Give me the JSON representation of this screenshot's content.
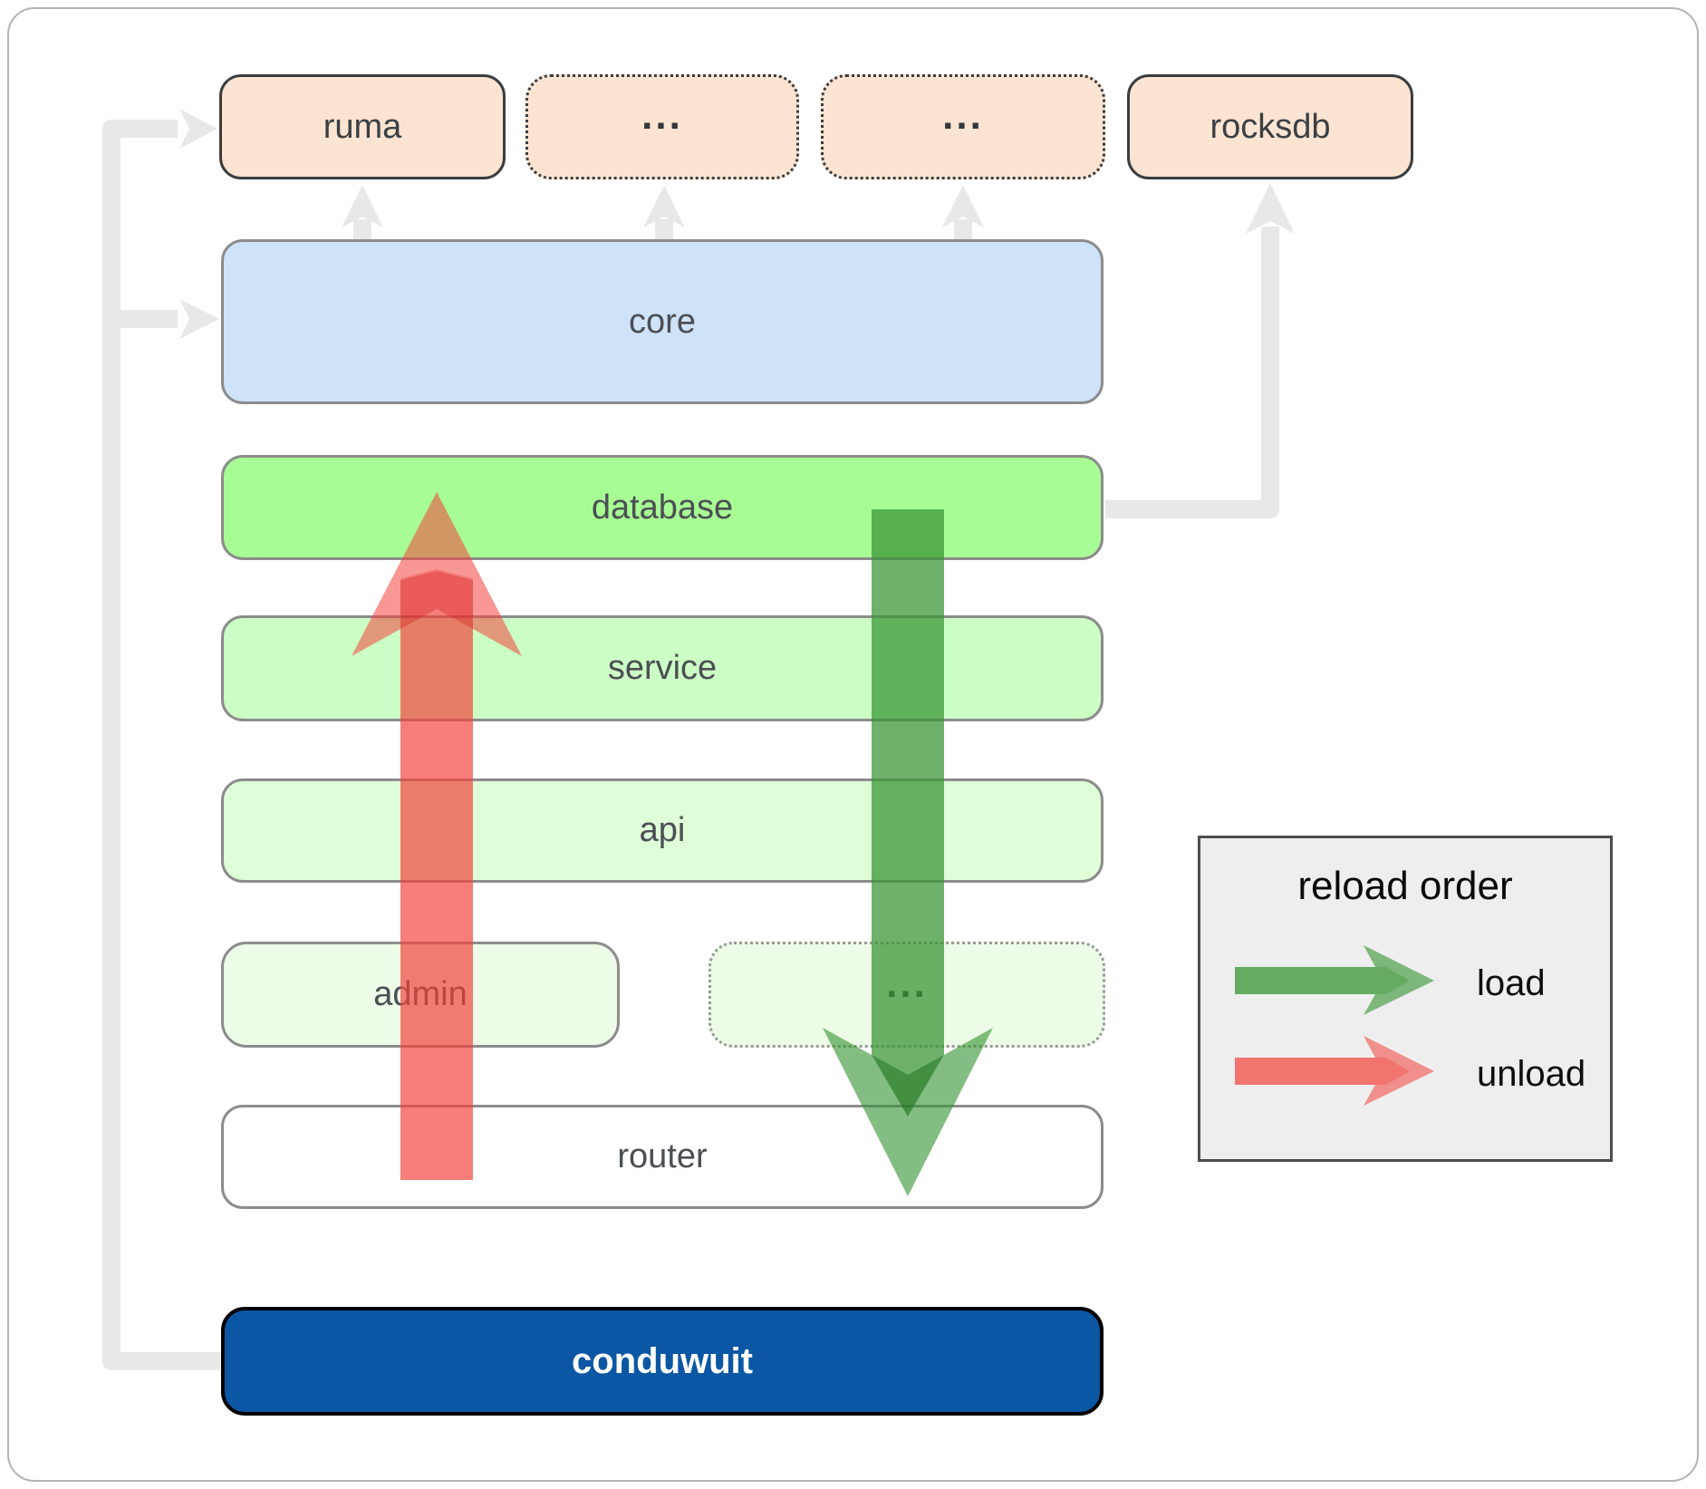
{
  "diagram": {
    "top_row": {
      "ruma": "ruma",
      "ellipsis_a": "...",
      "ellipsis_b": "...",
      "rocksdb": "rocksdb"
    },
    "layers": {
      "core": "core",
      "database": "database",
      "service": "service",
      "api": "api",
      "admin": "admin",
      "ellipsis_c": "...",
      "router": "router",
      "conduwuit": "conduwuit"
    }
  },
  "legend": {
    "title": "reload order",
    "load_label": "load",
    "unload_label": "unload"
  },
  "colors": {
    "load_arrow": "#389434",
    "unload_arrow": "#f3423a",
    "connector": "#e8e8e8",
    "ruma_fill": "#fbe4d1",
    "core_fill": "#cfe3f8",
    "database_fill": "#a8fc94",
    "service_fill": "#ccffc5",
    "api_fill": "#dfffd8",
    "admin_fill": "#ecfce7",
    "router_fill": "#ffffff",
    "conduwuit_fill": "#0b57a4",
    "legend_fill": "#eeeeee"
  }
}
